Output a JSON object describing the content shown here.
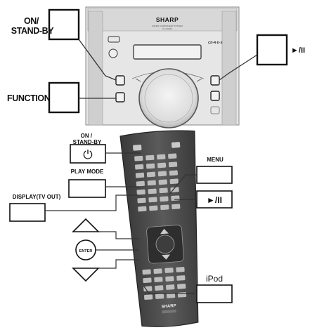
{
  "unit_labels": {
    "on_standby": "ON/\nSTAND-BY",
    "function": "FUNCTION",
    "play_pause": "►/II"
  },
  "unit": {
    "brand": "SHARP",
    "model": "MICRO COMPONENT SYSTEM",
    "model_no": "XL-DH010",
    "disc_types": "CD·R·D·S"
  },
  "remote_labels": {
    "on_standby": "ON /\nSTAND-BY",
    "play_mode": "PLAY MODE",
    "display_tv_out": "DISPLAY(TV OUT)",
    "menu": "MENU",
    "play_pause": "►/II",
    "enter": "ENTER",
    "ipod": "iPod"
  },
  "remote": {
    "brand": "SHARP",
    "power_symbol": "⏻"
  },
  "colors": {
    "unit_body": "#dcdcdc",
    "unit_panel": "#cfcfcf",
    "remote_body": "#4a4a4a",
    "remote_keys": "#bdbdbd",
    "callout_line": "#333333"
  }
}
